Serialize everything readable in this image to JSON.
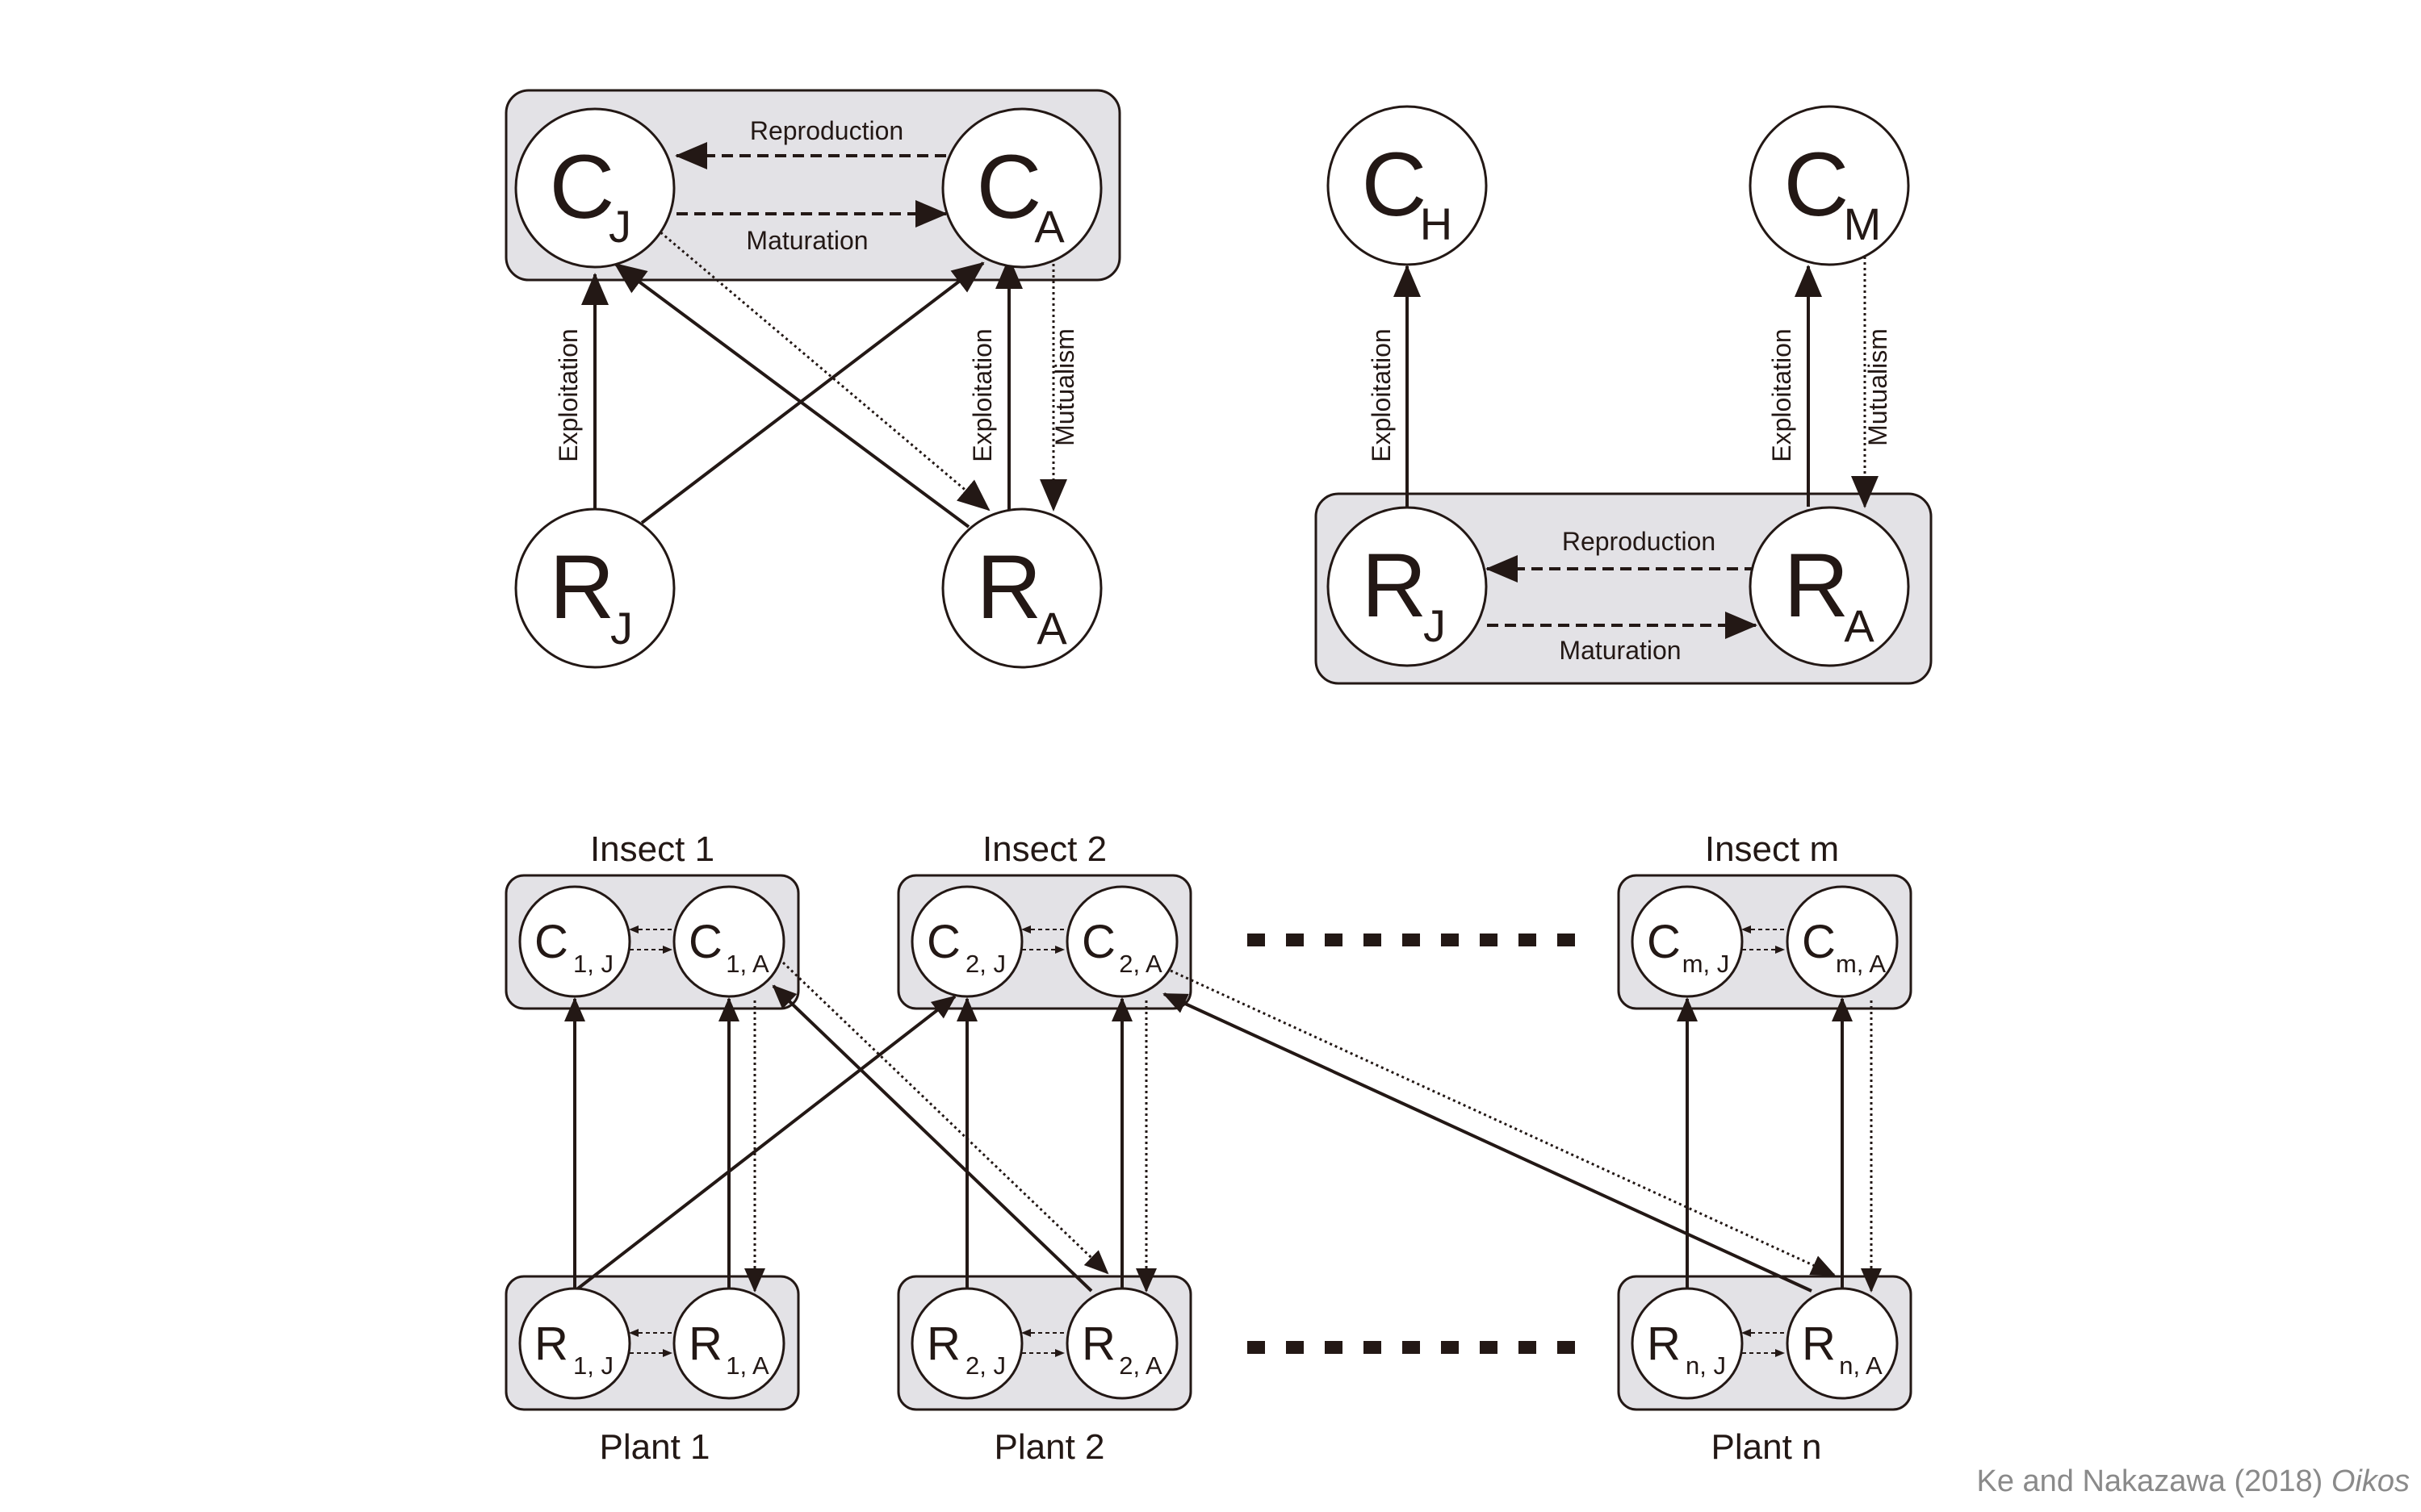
{
  "panel_a": {
    "nodes": {
      "c_j": {
        "letter": "C",
        "sub": "J"
      },
      "c_a": {
        "letter": "C",
        "sub": "A"
      },
      "r_j": {
        "letter": "R",
        "sub": "J"
      },
      "r_a": {
        "letter": "R",
        "sub": "A"
      }
    },
    "reproduction_label": "Reproduction",
    "maturation_label": "Maturation",
    "exploitation_label_left": "Exploitation",
    "exploitation_label_right": "Exploitation",
    "mutualism_label": "Mutualism"
  },
  "panel_b": {
    "nodes": {
      "c_h": {
        "letter": "C",
        "sub": "H"
      },
      "c_m": {
        "letter": "C",
        "sub": "M"
      },
      "r_j": {
        "letter": "R",
        "sub": "J"
      },
      "r_a": {
        "letter": "R",
        "sub": "A"
      }
    },
    "reproduction_label": "Reproduction",
    "maturation_label": "Maturation",
    "exploitation_label_left": "Exploitation",
    "exploitation_label_right": "Exploitation",
    "mutualism_label": "Mutualism"
  },
  "panel_c": {
    "insect_groups": [
      {
        "title": "Insect 1",
        "juvenile": {
          "letter": "C",
          "sub": "1, J"
        },
        "adult": {
          "letter": "C",
          "sub": "1, A"
        }
      },
      {
        "title": "Insect 2",
        "juvenile": {
          "letter": "C",
          "sub": "2, J"
        },
        "adult": {
          "letter": "C",
          "sub": "2, A"
        }
      },
      {
        "title": "Insect m",
        "juvenile": {
          "letter": "C",
          "sub": "m, J"
        },
        "adult": {
          "letter": "C",
          "sub": "m, A"
        }
      }
    ],
    "plant_groups": [
      {
        "title": "Plant 1",
        "juvenile": {
          "letter": "R",
          "sub": "1, J"
        },
        "adult": {
          "letter": "R",
          "sub": "1, A"
        }
      },
      {
        "title": "Plant 2",
        "juvenile": {
          "letter": "R",
          "sub": "2, J"
        },
        "adult": {
          "letter": "R",
          "sub": "2, A"
        }
      },
      {
        "title": "Plant n",
        "juvenile": {
          "letter": "R",
          "sub": "n, J"
        },
        "adult": {
          "letter": "R",
          "sub": "n, A"
        }
      }
    ]
  },
  "citation": {
    "authors": "Ke and Nakazawa (2018) ",
    "journal": "Oikos"
  },
  "colors": {
    "ink": "#231815",
    "box_fill": "#e3e2e6",
    "citation": "#8a8a8a"
  }
}
